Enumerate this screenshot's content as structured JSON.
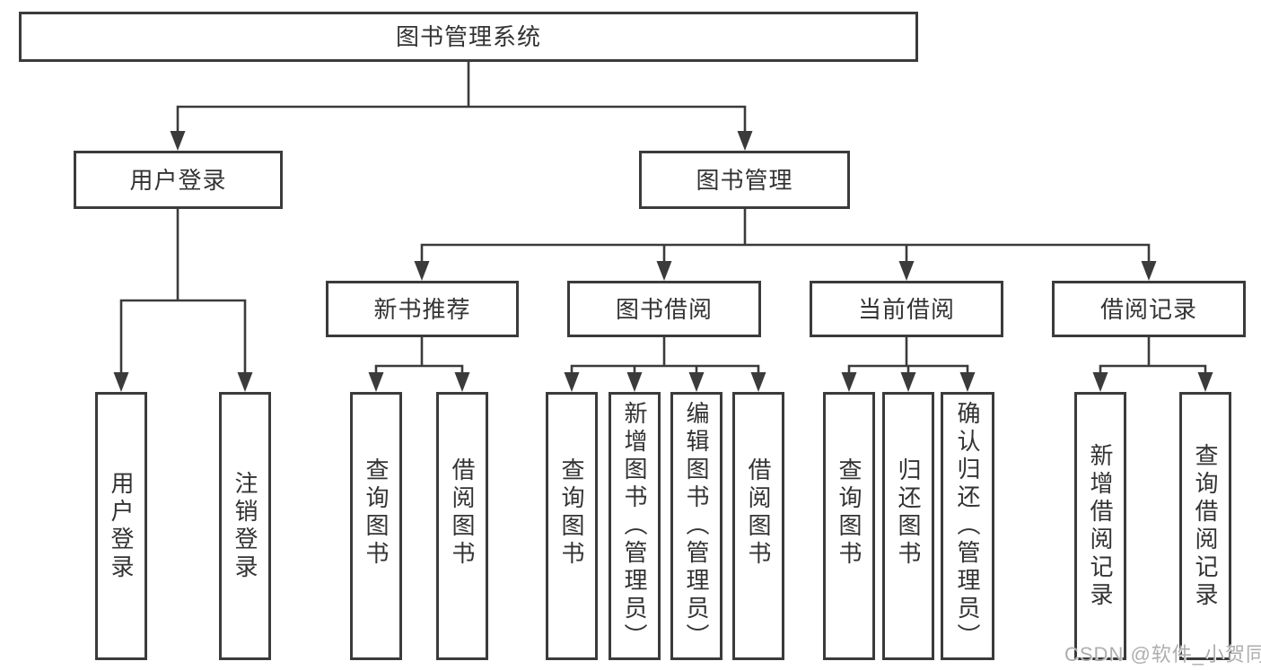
{
  "diagram": {
    "title": "图书管理系统",
    "modules": [
      {
        "label": "用户登录",
        "features": [
          "用户登录",
          "注销登录"
        ]
      },
      {
        "label": "图书管理",
        "submodules": [
          {
            "label": "新书推荐",
            "features": [
              "查询图书",
              "借阅图书"
            ]
          },
          {
            "label": "图书借阅",
            "features": [
              "查询图书",
              "新增图书（管理员）",
              "编辑图书（管理员）",
              "借阅图书"
            ]
          },
          {
            "label": "当前借阅",
            "features": [
              "查询图书",
              "归还图书",
              "确认归还（管理员）"
            ]
          },
          {
            "label": "借阅记录",
            "features": [
              "新增借阅记录",
              "查询借阅记录"
            ]
          }
        ]
      }
    ]
  },
  "watermark": "CSDN @软件_小贺同学",
  "colors": {
    "line": "#3b3b3b",
    "box_border": "#3b3b3b",
    "box_background": "#ffffff",
    "text": "#333333",
    "watermark": "#aeaeae"
  }
}
